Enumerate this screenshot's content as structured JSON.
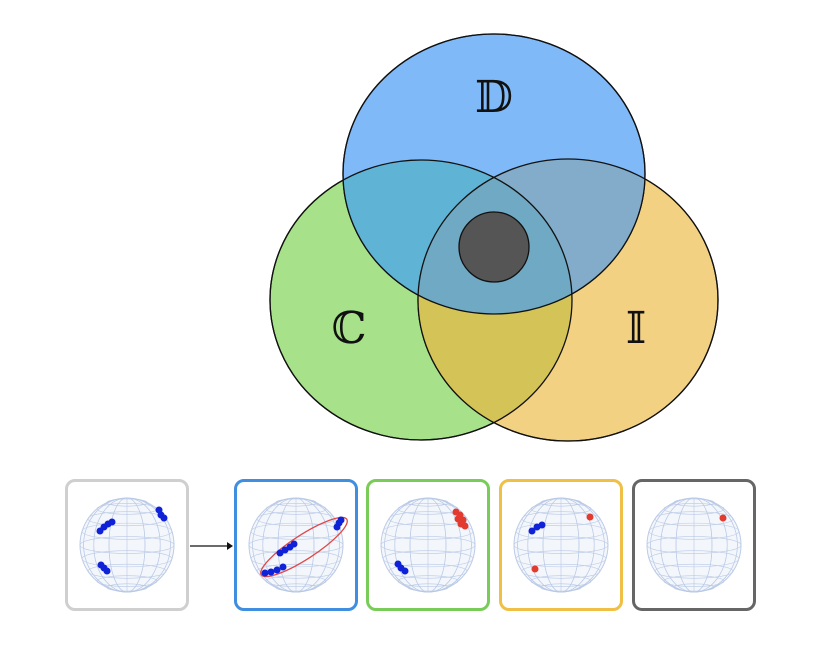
{
  "venn": {
    "sets": [
      {
        "key": "top",
        "label": "𝔻",
        "fill": "#7fb9f7"
      },
      {
        "key": "left",
        "label": "ℂ",
        "fill": "#a7e28a"
      },
      {
        "key": "right",
        "label": "𝕀",
        "fill": "#f3d183"
      }
    ],
    "center_fill": "#555555",
    "outline": "#111111"
  },
  "panels": [
    {
      "key": "input",
      "border": "#cfcfcf"
    },
    {
      "key": "D",
      "border": "#3f8ee0"
    },
    {
      "key": "C",
      "border": "#7acc59"
    },
    {
      "key": "I",
      "border": "#f0bf45"
    },
    {
      "key": "all",
      "border": "#666666"
    }
  ],
  "marker_colors": {
    "blue": "#1022d8",
    "red": "#e23a2e",
    "ellipse": "#e04848"
  }
}
